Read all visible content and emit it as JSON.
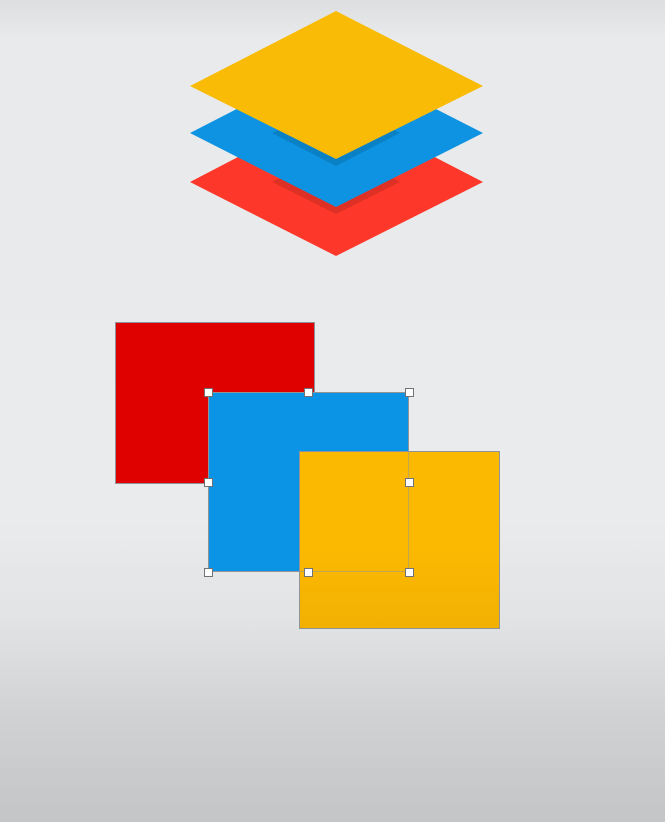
{
  "colors": {
    "red": "#df0000",
    "blue": "#0b94e6",
    "yellow": "#fcb902",
    "icon_red": "#fd3729",
    "icon_blue": "#0d93e1",
    "icon_yellow": "#f9bb05"
  },
  "icon": {
    "name": "layers-stack-icon",
    "layers": [
      "yellow",
      "blue",
      "red"
    ]
  },
  "shapes": [
    {
      "name": "square-red",
      "color": "red",
      "order": 1
    },
    {
      "name": "square-blue",
      "color": "blue",
      "order": 2,
      "selected": true
    },
    {
      "name": "square-yellow",
      "color": "yellow",
      "order": 3
    }
  ]
}
